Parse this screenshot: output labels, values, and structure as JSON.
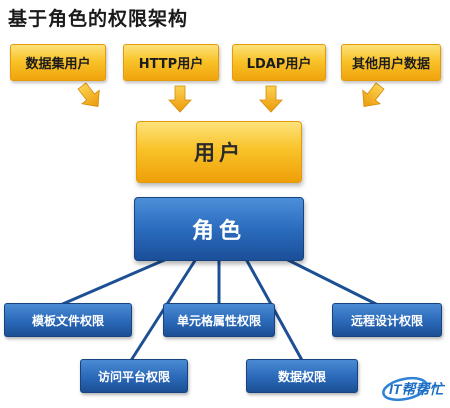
{
  "title": "基于角色的权限架构",
  "sources": [
    {
      "label": "数据集用户"
    },
    {
      "label": "HTTP用户"
    },
    {
      "label": "LDAP用户"
    },
    {
      "label": "其他用户数据"
    }
  ],
  "user": {
    "label": "用户"
  },
  "role": {
    "label": "角色"
  },
  "permissions": [
    {
      "label": "模板文件权限"
    },
    {
      "label": "单元格属性权限"
    },
    {
      "label": "远程设计权限"
    },
    {
      "label": "访问平台权限"
    },
    {
      "label": "数据权限"
    }
  ],
  "watermark": {
    "text": "IT帮帮忙"
  },
  "colors": {
    "source_fill": "#f9c32a",
    "arrow_fill": "#f0a50d",
    "role_fill": "#2b6cbf",
    "connector": "#1c4f94"
  }
}
